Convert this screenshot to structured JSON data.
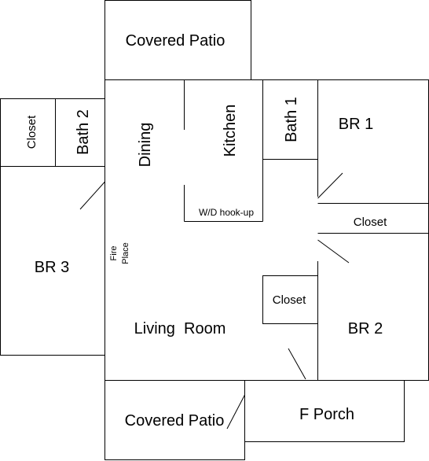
{
  "plan": {
    "covered_patio_top": "Covered Patio",
    "covered_patio_bottom": "Covered Patio",
    "closet_left": "Closet",
    "bath_2": "Bath 2",
    "br_3": "BR 3",
    "dining": "Dining",
    "kitchen": "Kitchen",
    "wd_hookup": "W/D hook-up",
    "bath_1": "Bath 1",
    "br_1": "BR 1",
    "closet_right": "Closet",
    "fireplace_line1": "Fire",
    "fireplace_line2": "Place",
    "closet_center": "Closet",
    "living_room": "Living  Room",
    "br_2": "BR 2",
    "f_porch": "F Porch"
  }
}
